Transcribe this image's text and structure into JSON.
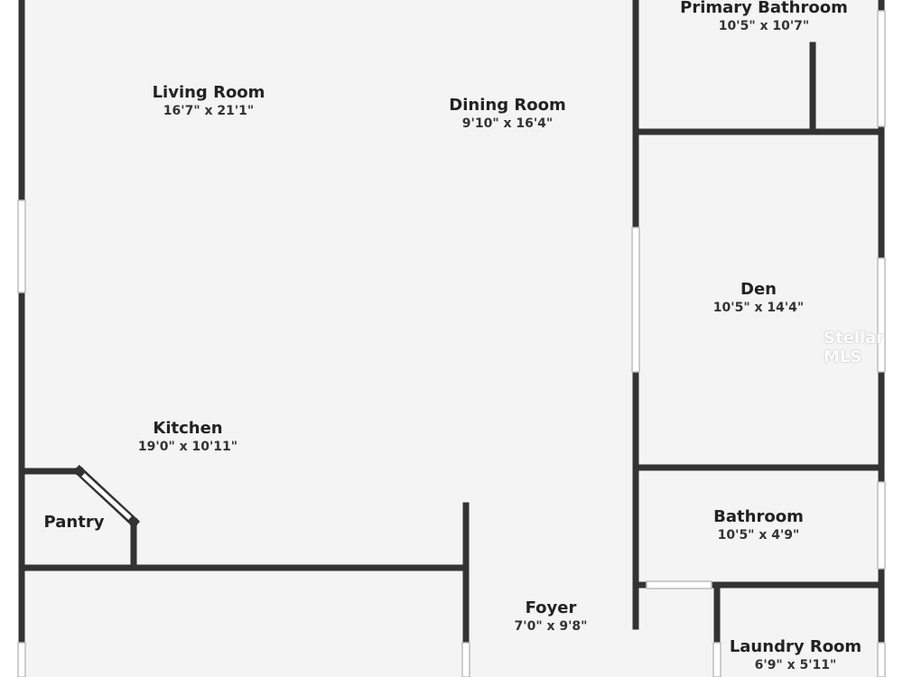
{
  "colors": {
    "floor": "#f4f4f4",
    "wall": "#333333",
    "window": "#cfcfcf",
    "background": "#ffffff"
  },
  "rooms": [
    {
      "id": "living-room",
      "name": "Living Room",
      "dimensions": "16'7\" x 21'1\""
    },
    {
      "id": "dining-room",
      "name": "Dining Room",
      "dimensions": "9'10\" x 16'4\""
    },
    {
      "id": "primary-bathroom",
      "name": "Primary Bathroom",
      "dimensions": "10'5\" x 10'7\""
    },
    {
      "id": "den",
      "name": "Den",
      "dimensions": "10'5\" x 14'4\""
    },
    {
      "id": "kitchen",
      "name": "Kitchen",
      "dimensions": "19'0\" x 10'11\""
    },
    {
      "id": "pantry",
      "name": "Pantry",
      "dimensions": ""
    },
    {
      "id": "bathroom",
      "name": "Bathroom",
      "dimensions": "10'5\" x 4'9\""
    },
    {
      "id": "foyer",
      "name": "Foyer",
      "dimensions": "7'0\" x 9'8\""
    },
    {
      "id": "laundry-room",
      "name": "Laundry Room",
      "dimensions": "6'9\" x 5'11\""
    }
  ],
  "watermark": "Stellar MLS"
}
